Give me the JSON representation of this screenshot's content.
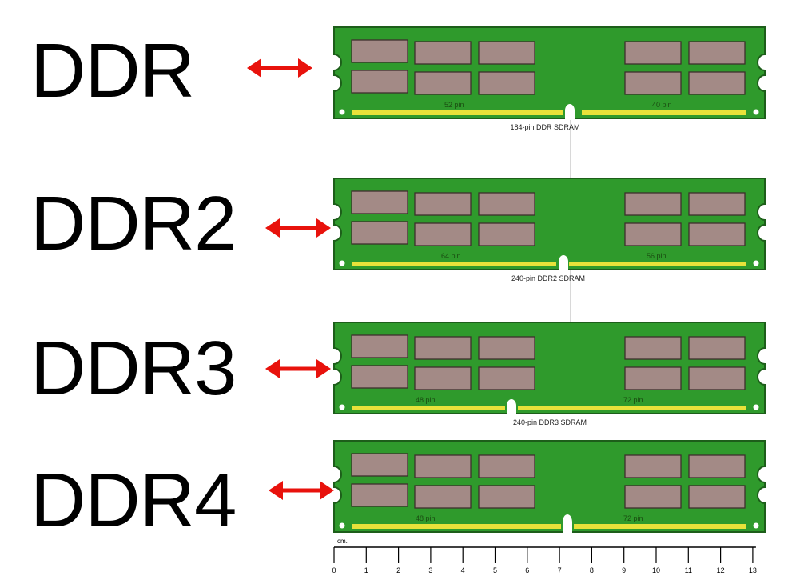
{
  "modules": [
    {
      "label": "DDR",
      "left_pins": "52 pin",
      "right_pins": "40 pin",
      "caption": "184-pin DDR SDRAM"
    },
    {
      "label": "DDR2",
      "left_pins": "64 pin",
      "right_pins": "56 pin",
      "caption": "240-pin DDR2 SDRAM"
    },
    {
      "label": "DDR3",
      "left_pins": "48 pin",
      "right_pins": "72 pin",
      "caption": "240-pin DDR3 SDRAM"
    },
    {
      "label": "DDR4",
      "left_pins": "48 pin",
      "right_pins": "72 pin",
      "caption": ""
    }
  ],
  "ruler": {
    "unit": "cm.",
    "ticks": [
      "0",
      "1",
      "2",
      "3",
      "4",
      "5",
      "6",
      "7",
      "8",
      "9",
      "10",
      "11",
      "12",
      "13"
    ]
  },
  "colors": {
    "pcb": "#2f9a2c",
    "pcb_border": "#1d5e1a",
    "chip": "#a38a86",
    "chip_border": "#3e2f2c",
    "pins": "#e8e23a",
    "arrow": "#e8120c"
  }
}
